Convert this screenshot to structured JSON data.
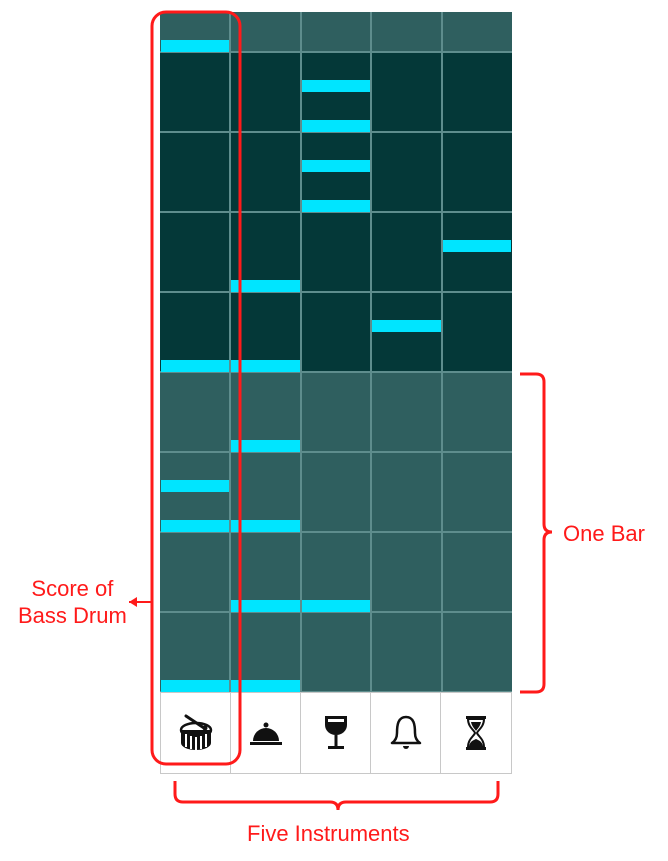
{
  "sequencer": {
    "columns": 5,
    "beats": 17,
    "colors": {
      "cell_dark": "#043838",
      "cell_light": "#2f5f5f",
      "grid_line": "#5e8d8d",
      "note": "#00e5ff",
      "annotation": "#ff1a1a"
    },
    "dark_band_rows": [
      1,
      9
    ],
    "notes": [
      {
        "col": 0,
        "beat": 1
      },
      {
        "col": 0,
        "beat": 9
      },
      {
        "col": 0,
        "beat": 12
      },
      {
        "col": 0,
        "beat": 13
      },
      {
        "col": 0,
        "beat": 17
      },
      {
        "col": 1,
        "beat": 7
      },
      {
        "col": 1,
        "beat": 9
      },
      {
        "col": 1,
        "beat": 11
      },
      {
        "col": 1,
        "beat": 13
      },
      {
        "col": 1,
        "beat": 15
      },
      {
        "col": 1,
        "beat": 17
      },
      {
        "col": 2,
        "beat": 2
      },
      {
        "col": 2,
        "beat": 3
      },
      {
        "col": 2,
        "beat": 4
      },
      {
        "col": 2,
        "beat": 5
      },
      {
        "col": 2,
        "beat": 15
      },
      {
        "col": 3,
        "beat": 8
      },
      {
        "col": 4,
        "beat": 6
      }
    ]
  },
  "instruments": [
    {
      "icon": "bass-drum-icon"
    },
    {
      "icon": "cloche-icon"
    },
    {
      "icon": "wine-glass-icon"
    },
    {
      "icon": "bell-icon"
    },
    {
      "icon": "hourglass-icon"
    }
  ],
  "annotations": {
    "score_label_line1": "Score of",
    "score_label_line2": "Bass Drum",
    "bar_label": "One Bar",
    "instruments_label": "Five Instruments"
  }
}
